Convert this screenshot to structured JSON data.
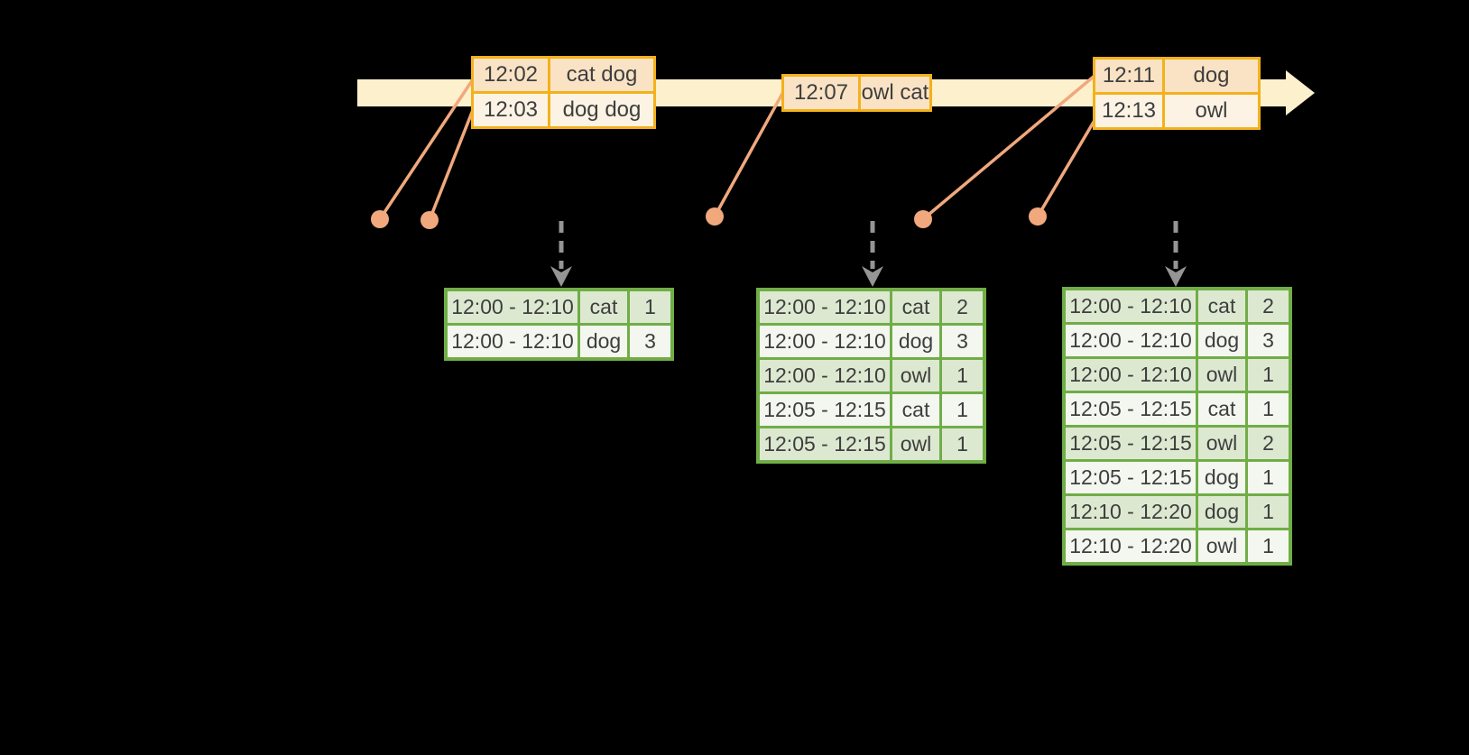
{
  "diagram": {
    "colors": {
      "background": "#000000",
      "text": "#3e3e3e",
      "timeline_fill": "#fdf0cd",
      "event_border": "#f3b11b",
      "event_row_dark": "#fae3c5",
      "event_row_light": "#fcf3e4",
      "connector": "#f1a87d",
      "dashed_arrow": "#959595",
      "result_border": "#70ad47",
      "result_row_green": "#dde8d1",
      "result_row_white": "#f3f7ef"
    },
    "timeline": {
      "events": [
        {
          "rows": [
            {
              "time": "12:02",
              "words": "cat dog"
            },
            {
              "time": "12:03",
              "words": "dog dog"
            }
          ]
        },
        {
          "rows": [
            {
              "time": "12:07",
              "words": "owl cat"
            }
          ]
        },
        {
          "rows": [
            {
              "time": "12:11",
              "words": "dog"
            },
            {
              "time": "12:13",
              "words": "owl"
            }
          ]
        }
      ]
    },
    "result_tables": [
      {
        "rows": [
          {
            "window": "12:00 - 12:10",
            "word": "cat",
            "count": "1"
          },
          {
            "window": "12:00 - 12:10",
            "word": "dog",
            "count": "3"
          }
        ]
      },
      {
        "rows": [
          {
            "window": "12:00 - 12:10",
            "word": "cat",
            "count": "2"
          },
          {
            "window": "12:00 - 12:10",
            "word": "dog",
            "count": "3"
          },
          {
            "window": "12:00 - 12:10",
            "word": "owl",
            "count": "1"
          },
          {
            "window": "12:05 - 12:15",
            "word": "cat",
            "count": "1"
          },
          {
            "window": "12:05 - 12:15",
            "word": "owl",
            "count": "1"
          }
        ]
      },
      {
        "rows": [
          {
            "window": "12:00 - 12:10",
            "word": "cat",
            "count": "2"
          },
          {
            "window": "12:00 - 12:10",
            "word": "dog",
            "count": "3"
          },
          {
            "window": "12:00 - 12:10",
            "word": "owl",
            "count": "1"
          },
          {
            "window": "12:05 - 12:15",
            "word": "cat",
            "count": "1"
          },
          {
            "window": "12:05 - 12:15",
            "word": "owl",
            "count": "2"
          },
          {
            "window": "12:05 - 12:15",
            "word": "dog",
            "count": "1"
          },
          {
            "window": "12:10 - 12:20",
            "word": "dog",
            "count": "1"
          },
          {
            "window": "12:10 - 12:20",
            "word": "owl",
            "count": "1"
          }
        ]
      }
    ]
  }
}
